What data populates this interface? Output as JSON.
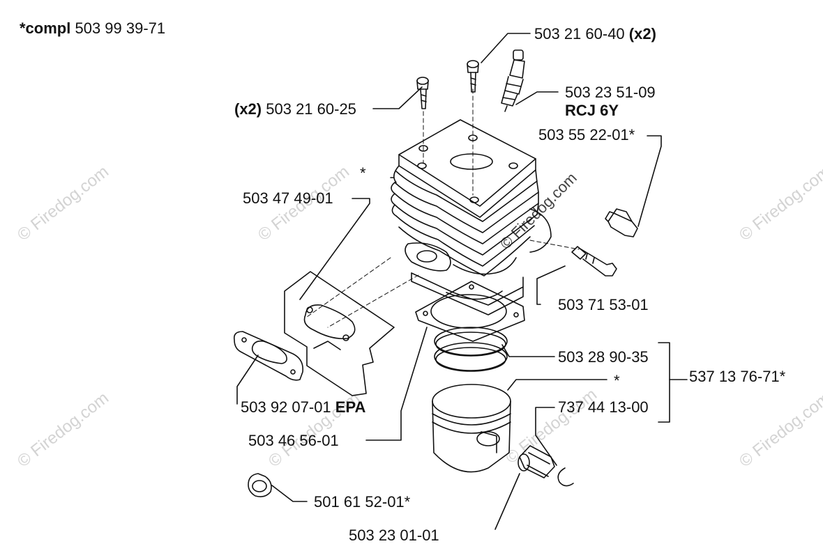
{
  "header": {
    "prefix": "*compl",
    "number": "503 99 39-71"
  },
  "labels": {
    "screw_top": {
      "number": "503 21 60-40",
      "qty": "(x2)"
    },
    "screw_left": {
      "qty": "(x2)",
      "number": "503 21 60-25"
    },
    "spark_plug": {
      "number": "503 23 51-09",
      "type": "RCJ 6Y"
    },
    "decomp_valve": "503 55 22-01*",
    "gasket_plate": "503 47 49-01",
    "cylinder_star": "*",
    "fitting": "503 71 53-01",
    "rings": "503 28 90-35",
    "kit_group": "537 13 76-71*",
    "piston_star": "*",
    "pin_clip": "737 44 13-00",
    "exhaust_gasket": {
      "number": "503 92 07-01",
      "suffix": "EPA"
    },
    "base_gasket": "503 46 56-01",
    "plug_cap": "501 61 52-01*",
    "bearing": "503 23 01-01"
  },
  "watermarks": {
    "text": "© Firedog.com",
    "center": "© Firedog.com"
  },
  "colors": {
    "line": "#111111",
    "watermark": "#d3d3d3"
  }
}
